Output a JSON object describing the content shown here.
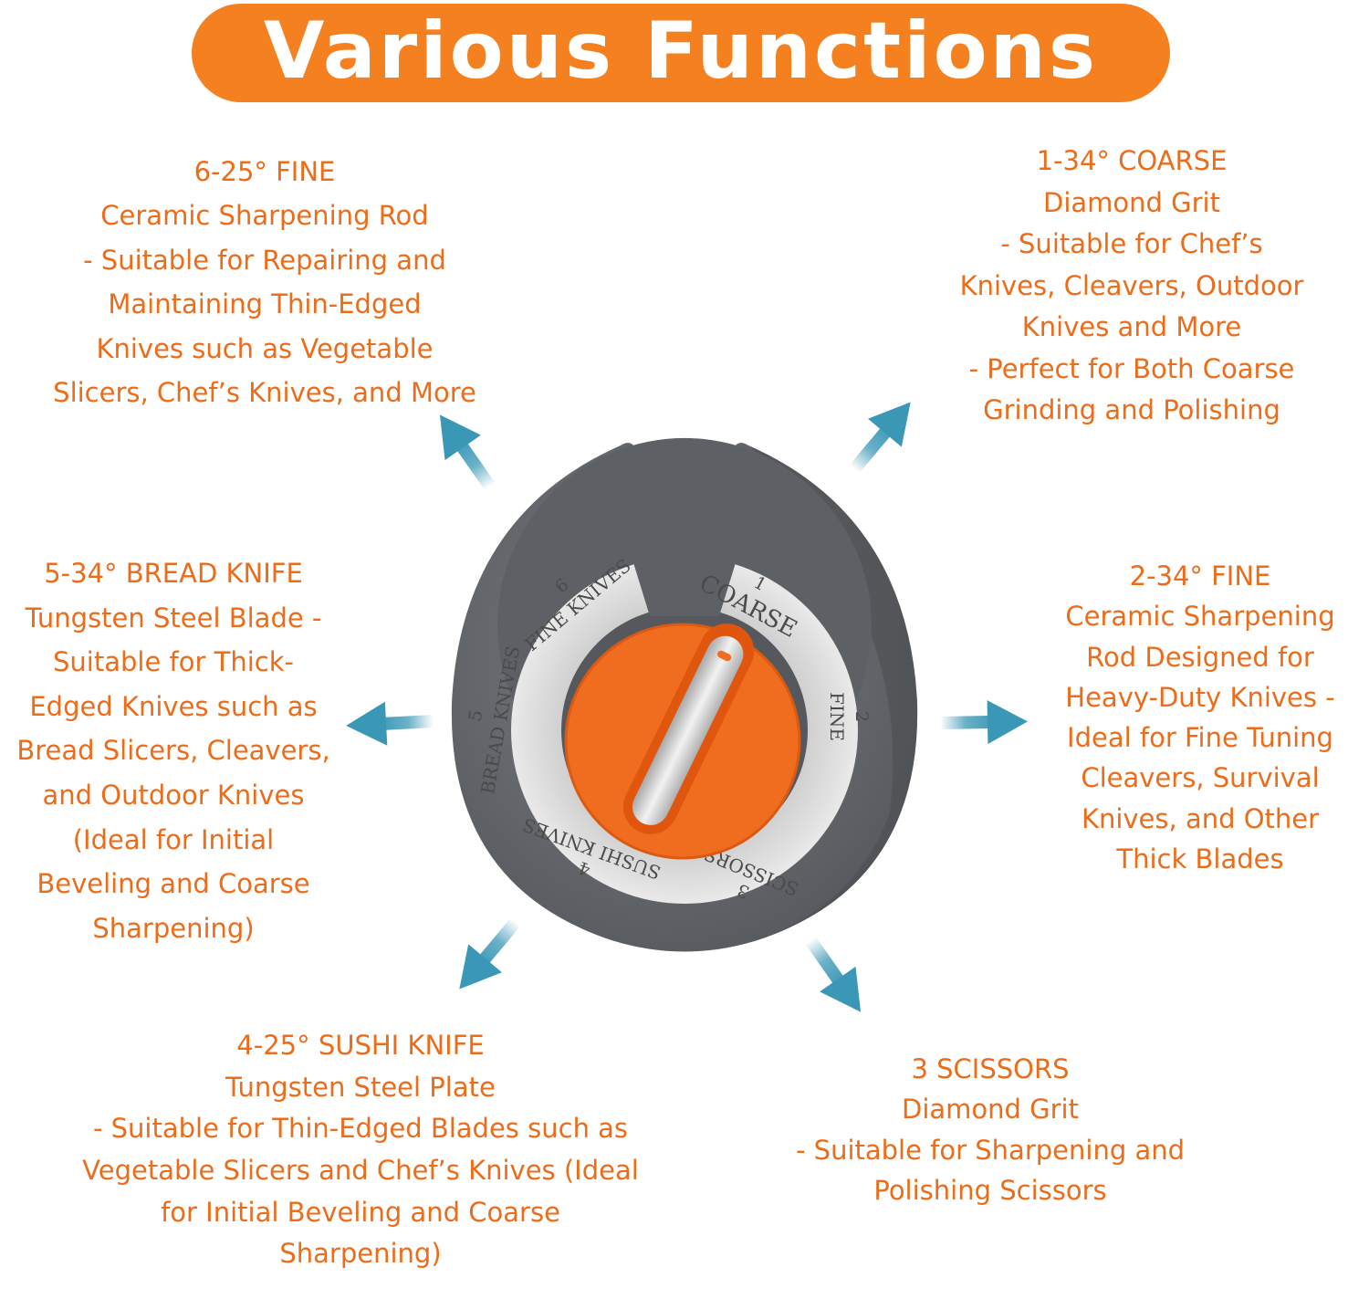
{
  "banner": {
    "title": "Various Functions"
  },
  "colors": {
    "accent": "#f5801f",
    "text": "#ec6c1a",
    "arrow": "#3a97b6",
    "body": "#6a6d70",
    "steel": "#d9d9d9"
  },
  "functions": [
    {
      "id": "6",
      "lines": [
        "6-25° FINE",
        "Ceramic Sharpening Rod",
        "- Suitable for Repairing and",
        "Maintaining Thin-Edged",
        "Knives such as Vegetable",
        "Slicers, Chef’s Knives, and More"
      ]
    },
    {
      "id": "1",
      "lines": [
        "1-34° COARSE",
        "Diamond Grit",
        "- Suitable for Chef’s",
        "Knives, Cleavers, Outdoor",
        "Knives and More",
        "- Perfect for Both Coarse",
        "Grinding and Polishing"
      ]
    },
    {
      "id": "5",
      "lines": [
        "5-34° BREAD KNIFE",
        "Tungsten Steel Blade -",
        "Suitable for Thick-",
        "Edged Knives such as",
        "Bread Slicers, Cleavers,",
        "and Outdoor Knives",
        "(Ideal for Initial",
        "Beveling and Coarse",
        "Sharpening)"
      ]
    },
    {
      "id": "2",
      "lines": [
        "2-34° FINE",
        "Ceramic Sharpening",
        "Rod Designed for",
        "Heavy-Duty Knives -",
        "Ideal for Fine Tuning",
        "Cleavers, Survival",
        "Knives,  and Other",
        "Thick Blades"
      ]
    },
    {
      "id": "4",
      "lines": [
        "4-25° SUSHI KNIFE",
        "Tungsten Steel Plate",
        "- Suitable for Thin-Edged Blades such as",
        "Vegetable Slicers and Chef’s Knives (Ideal",
        "for Initial Beveling and Coarse",
        "Sharpening)"
      ]
    },
    {
      "id": "3",
      "lines": [
        "3 SCISSORS",
        "Diamond Grit",
        "- Suitable for Sharpening and",
        "Polishing Scissors"
      ]
    }
  ],
  "dial": {
    "labels": [
      {
        "num": "1",
        "name": "COARSE"
      },
      {
        "num": "2",
        "name": "FINE"
      },
      {
        "num": "3",
        "name": "SCISSORS"
      },
      {
        "num": "4",
        "name": "SUSHI KNIVES"
      },
      {
        "num": "5",
        "name": "BREAD KNIVES"
      },
      {
        "num": "6",
        "name": "FINE KNIVES"
      }
    ]
  }
}
